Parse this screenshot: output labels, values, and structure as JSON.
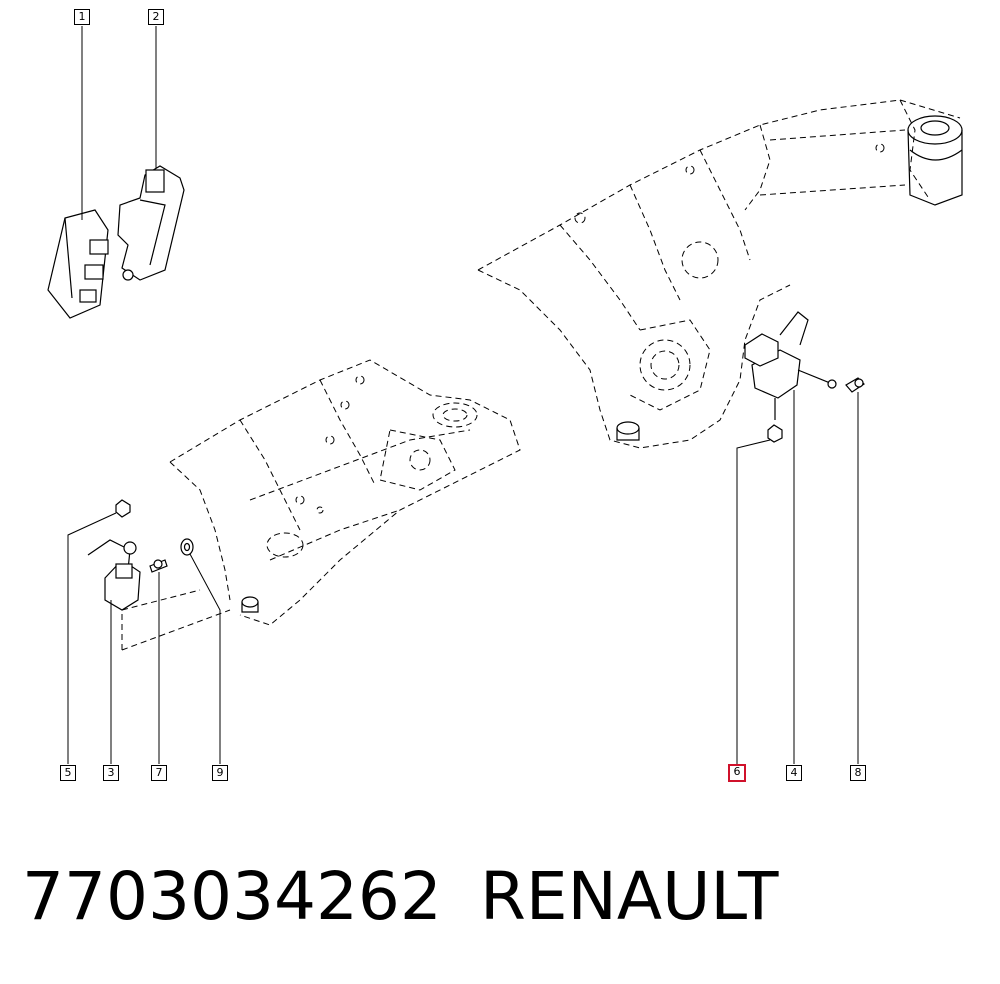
{
  "callouts": {
    "c1": "1",
    "c2": "2",
    "c3": "3",
    "c4": "4",
    "c5": "5",
    "c6": "6",
    "c7": "7",
    "c8": "8",
    "c9": "9"
  },
  "highlighted_callout": "6",
  "highlight_color": "#d0112b",
  "caption": {
    "part_number": "7703034262",
    "brand": "RENAULT"
  }
}
